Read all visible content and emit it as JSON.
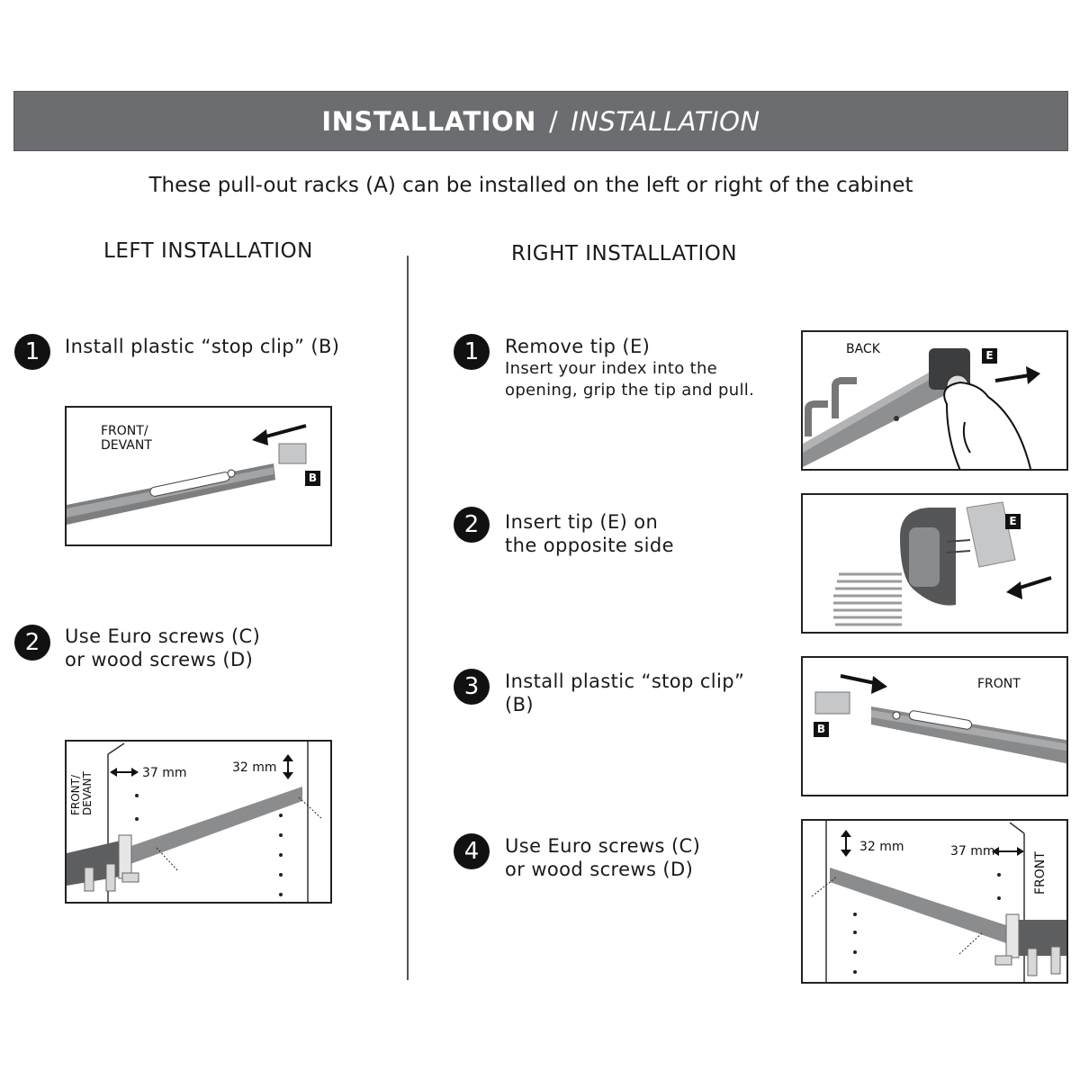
{
  "banner": {
    "title_en": "INSTALLATION",
    "separator": "/",
    "title_fr": "INSTALLATION"
  },
  "subtitle": "These pull-out racks (A) can be installed on the left or right of the cabinet",
  "left": {
    "heading": "LEFT INSTALLATION",
    "steps": [
      {
        "num": "1",
        "text": "Install plastic “stop clip” (B)"
      },
      {
        "num": "2",
        "line1": "Use Euro screws (C)",
        "line2": "or wood screws (D)"
      }
    ],
    "fig1": {
      "label_line1": "FRONT/",
      "label_line2": "DEVANT",
      "tag": "B"
    },
    "fig2": {
      "label_line1": "FRONT/",
      "label_line2": "DEVANT",
      "dim_a": "37 mm",
      "dim_b": "32 mm"
    }
  },
  "right": {
    "heading": "RIGHT INSTALLATION",
    "steps": [
      {
        "num": "1",
        "title": "Remove tip (E)",
        "sub1": "Insert your index into the",
        "sub2": "opening, grip the tip and pull."
      },
      {
        "num": "2",
        "line1": "Insert tip (E) on",
        "line2": "the opposite side"
      },
      {
        "num": "3",
        "line1": "Install plastic “stop clip”",
        "line2": "(B)"
      },
      {
        "num": "4",
        "line1": "Use Euro screws (C)",
        "line2": "or wood screws (D)"
      }
    ],
    "fig1": {
      "label": "BACK",
      "tag": "E"
    },
    "fig2": {
      "tag": "E"
    },
    "fig3": {
      "label": "FRONT",
      "tag": "B"
    },
    "fig4": {
      "label": "FRONT",
      "dim_a": "32 mm",
      "dim_b": "37 mm"
    }
  }
}
